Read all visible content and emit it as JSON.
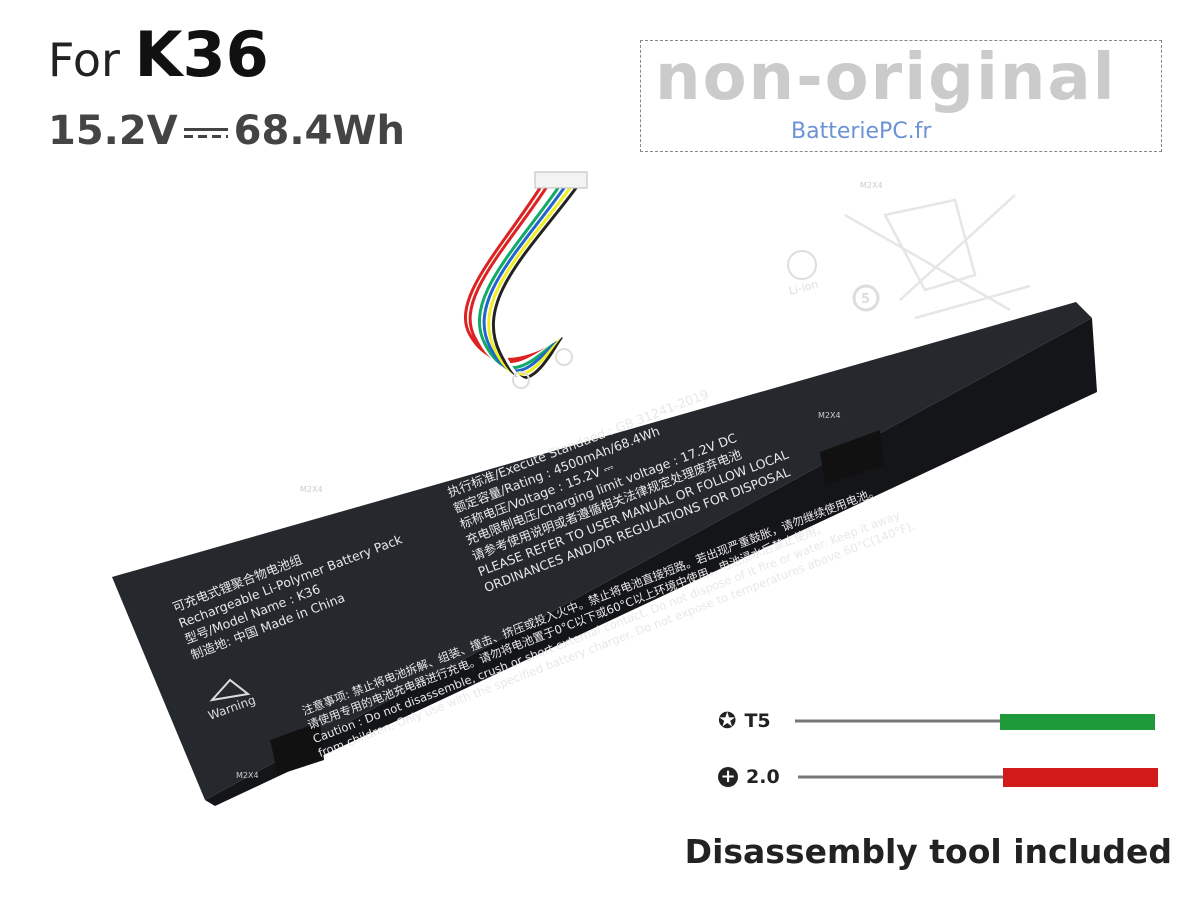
{
  "header": {
    "prefix": "For",
    "model": "K36",
    "voltage": "15.2V",
    "capacity": "68.4Wh",
    "dc_symbol": "dc-voltage-icon"
  },
  "battery": {
    "connector_wires": [
      "#d22",
      "#d22",
      "#fff",
      "#1a6",
      "#26c",
      "#ee2",
      "#222",
      "#fff"
    ],
    "upper_label": [
      "执行标准/Execute Standaed : GB 31241-2019",
      "额定容量/Rating : 4500mAh/68.4Wh",
      "标称电压/Voltage : 15.2V ⎓",
      "充电限制电压/Charging limit voltage : 17.2V DC",
      "请参考使用说明或者遵循相关法律规定处理废弃电池",
      "PLEASE REFER TO USER MANUAL OR FOLLOW LOCAL",
      "ORDINANCES AND/OR REGULATIONS FOR DISPOSAL"
    ],
    "left_label": [
      "可充电式锂聚合物电池组",
      "Rechargeable Li-Polymer Battery Pack",
      "型号/Model Name : K36",
      "制造地:  中国          Made in China"
    ],
    "caution_lines": [
      "注意事项: 禁止将电池拆解、组装、撞击、挤压或投入火中。禁止将电池直接短路。若出现严重鼓胀，请勿继续使用电池。",
      "请使用专用的电池充电器进行充电。请勿将电池置于0°C以下或60°C以上环境中使用。电池浸水后禁止使用。",
      "Caution : Do not disassemble, crush or short external contact. Do not dispose of it fire or water. Keep it away",
      "from children. Only use with the specified battery charger. Do not expose to temperatures above 60°C(140°F)."
    ],
    "warning": "Warning",
    "screw_marks": [
      "M2X4",
      "M2X4",
      "M2X4",
      "M2X4"
    ],
    "li_ion": "Li-ion",
    "recycle_number": "5"
  },
  "watermark": {
    "main": "non-original",
    "sub": "BatteriePC.fr"
  },
  "tools": [
    {
      "icon": "torx-icon",
      "label": "T5",
      "handle_color": "#1f9a3a"
    },
    {
      "icon": "phillips-icon",
      "label": "2.0",
      "handle_color": "#d11a1a"
    }
  ],
  "footer": "Disassembly tool included"
}
